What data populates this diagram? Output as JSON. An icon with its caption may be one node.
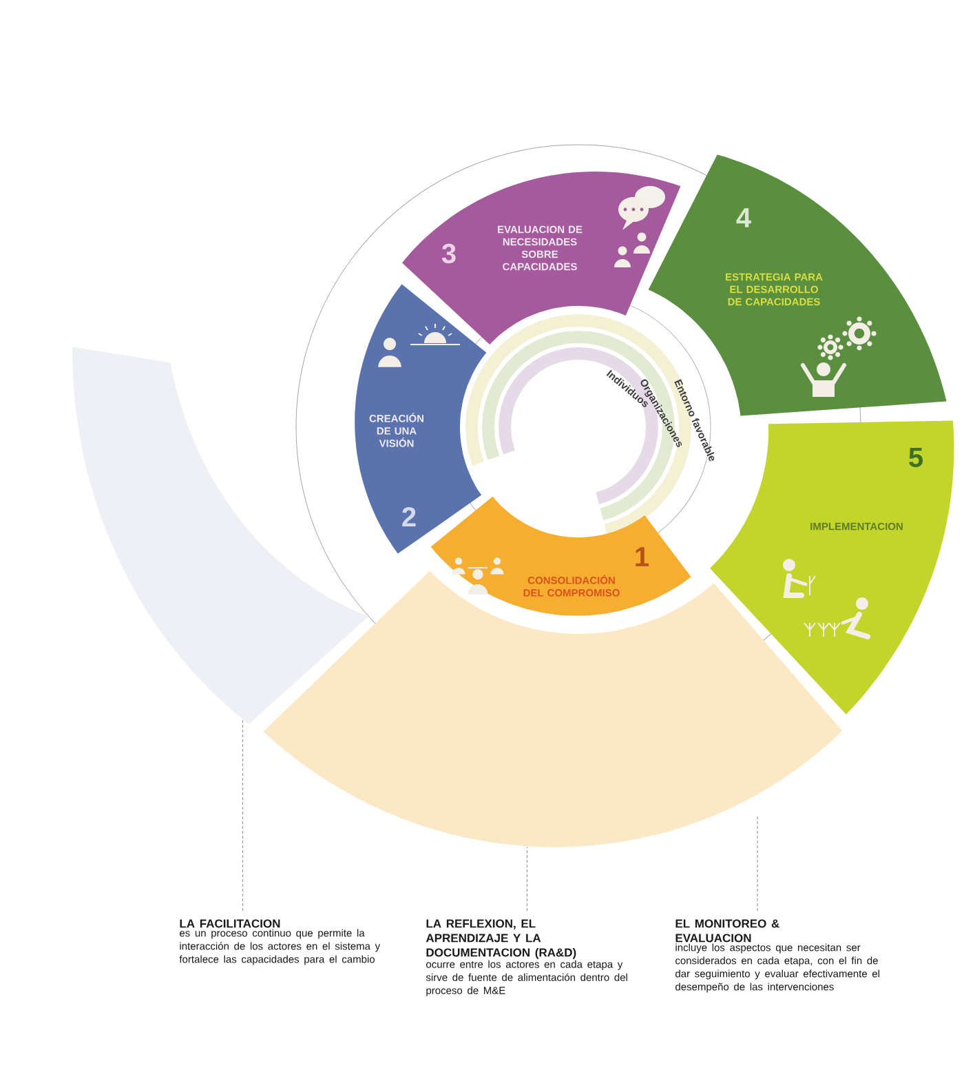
{
  "diagram": {
    "nodes": [
      {
        "text": [
          "3",
          "EVALUACION DE NECESIDADES SOBRE CAPACIDADES"
        ]
      },
      {
        "text": [
          "4",
          "ESTRATEGIA PARA EL DESARROLLO DE CAPACIDADES"
        ]
      },
      {
        "text": [
          "CREACIÓN DE UNA VISIÓN",
          "2"
        ]
      },
      {
        "text": [
          "5",
          "IMPLEMENTACION"
        ]
      },
      {
        "text": [
          "CONSOLIDACIÓN DEL COMPROMISO",
          "1"
        ]
      },
      {
        "text": [],
        "shape": "band"
      },
      {
        "text": [],
        "shape": "band"
      },
      {
        "text": [
          "LA FACILITACION",
          "es un proceso continuo que permite la interacción de los actores en el sistema y fortalece las capacidades para el cambio"
        ]
      },
      {
        "text": [
          "LA REFLEXION, EL APRENDIZAJE Y LA DOCUMENTACION (RA&D)",
          "ocurre entre los actores en cada etapa y sirve de fuente de alimentación dentro del proceso de M&E"
        ]
      },
      {
        "text": [
          "EL MONITOREO & EVALUACION",
          "incluye los aspectos que necesitan ser considerados en cada etapa, con el fin de dar seguimiento y evaluar efectivamente el desempeño de las intervenciones"
        ]
      }
    ],
    "edges": [
      {
        "from": 7,
        "to": 5,
        "arrow": "none",
        "style": "dashed"
      },
      {
        "from": 8,
        "to": 6,
        "arrow": "none",
        "style": "dashed"
      },
      {
        "from": 9,
        "to": null,
        "arrow": "none",
        "style": "dashed"
      }
    ],
    "labels": [
      "Entorno favorable",
      "Organizaciones",
      "Individuos"
    ]
  }
}
